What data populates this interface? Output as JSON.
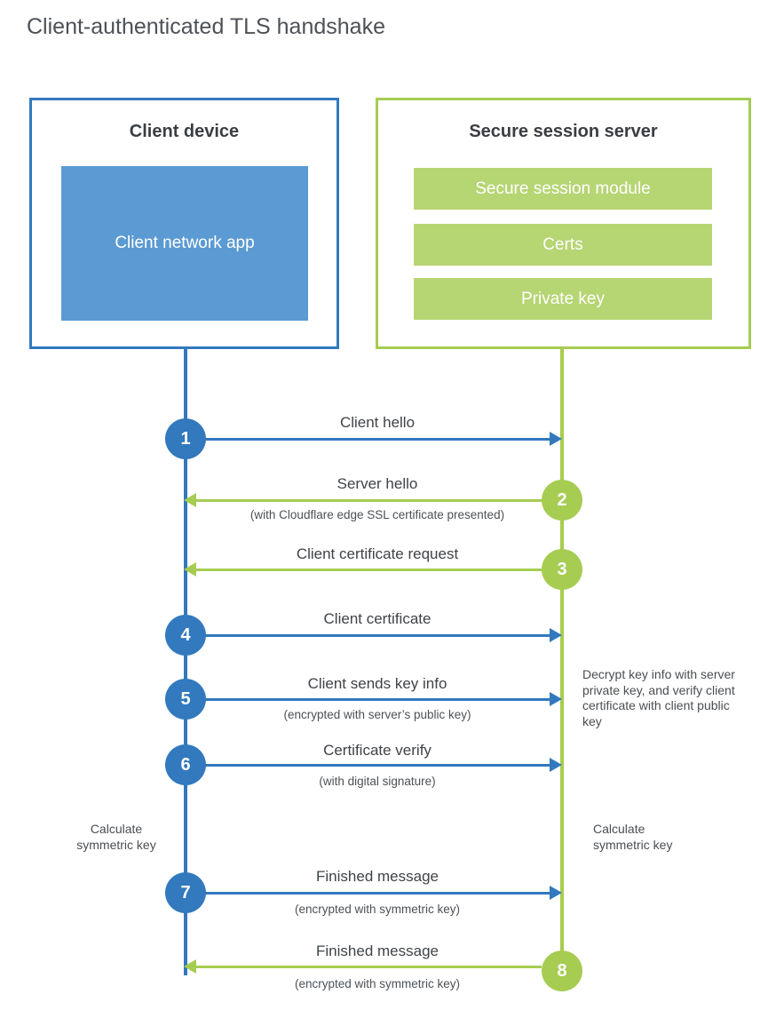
{
  "title": "Client-authenticated TLS handshake",
  "colors": {
    "blue": "#3279bd",
    "blue_fill": "#5b9ad2",
    "green": "#a6cc52",
    "green_fill": "#b6d573"
  },
  "client": {
    "title": "Client device",
    "app_label": "Client network app"
  },
  "server": {
    "title": "Secure session server",
    "modules": [
      {
        "label": "Secure session module"
      },
      {
        "label": "Certs"
      },
      {
        "label": "Private key"
      }
    ]
  },
  "steps": [
    {
      "num": "1",
      "direction": "client-to-server",
      "label": "Client hello",
      "sublabel": ""
    },
    {
      "num": "2",
      "direction": "server-to-client",
      "label": "Server hello",
      "sublabel": "(with Cloudflare edge SSL certificate presented)"
    },
    {
      "num": "3",
      "direction": "server-to-client",
      "label": "Client certificate request",
      "sublabel": ""
    },
    {
      "num": "4",
      "direction": "client-to-server",
      "label": "Client certificate",
      "sublabel": ""
    },
    {
      "num": "5",
      "direction": "client-to-server",
      "label": "Client sends key info",
      "sublabel": "(encrypted with server’s public key)"
    },
    {
      "num": "6",
      "direction": "client-to-server",
      "label": "Certificate verify",
      "sublabel": "(with digital signature)"
    },
    {
      "num": "7",
      "direction": "client-to-server",
      "label": "Finished message",
      "sublabel": "(encrypted with symmetric key)"
    },
    {
      "num": "8",
      "direction": "server-to-client",
      "label": "Finished message",
      "sublabel": "(encrypted with symmetric key)"
    }
  ],
  "notes": {
    "server_side": "Decrypt key info with server private key, and verify client certificate with client public key",
    "calc_client": "Calculate symmetric key",
    "calc_server": "Calculate symmetric key"
  }
}
